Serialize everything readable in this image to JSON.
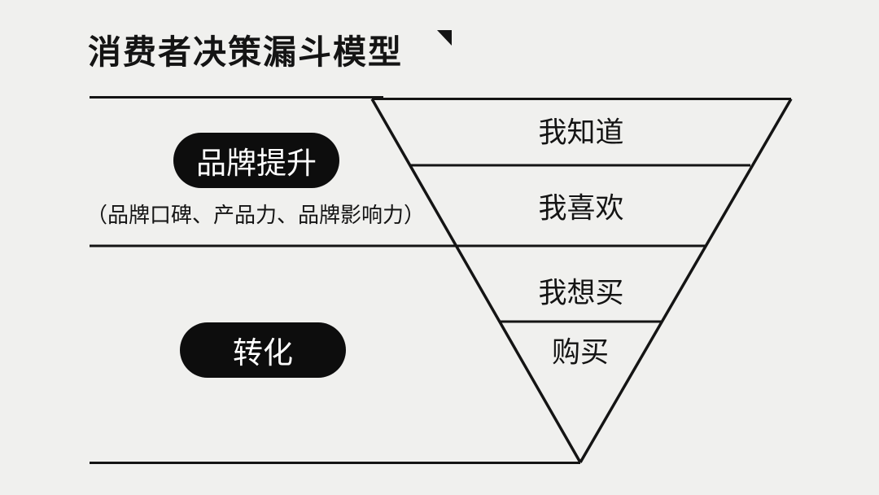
{
  "page": {
    "title": "消费者决策漏斗模型"
  },
  "funnel": {
    "levels": [
      {
        "label": "我知道"
      },
      {
        "label": "我喜欢"
      },
      {
        "label": "我想买"
      },
      {
        "label": "购买"
      }
    ]
  },
  "sections": {
    "brand_lift": {
      "pill_label": "品牌提升",
      "note": "（品牌口碑、产品力、品牌影响力）"
    },
    "conversion": {
      "pill_label": "转化"
    }
  },
  "icons": {
    "title_mark": "black-corner-triangle"
  },
  "colors": {
    "background": "#f0f0ee",
    "ink": "#141414",
    "pill_bg": "#0d0d0d",
    "pill_text": "#ffffff"
  }
}
